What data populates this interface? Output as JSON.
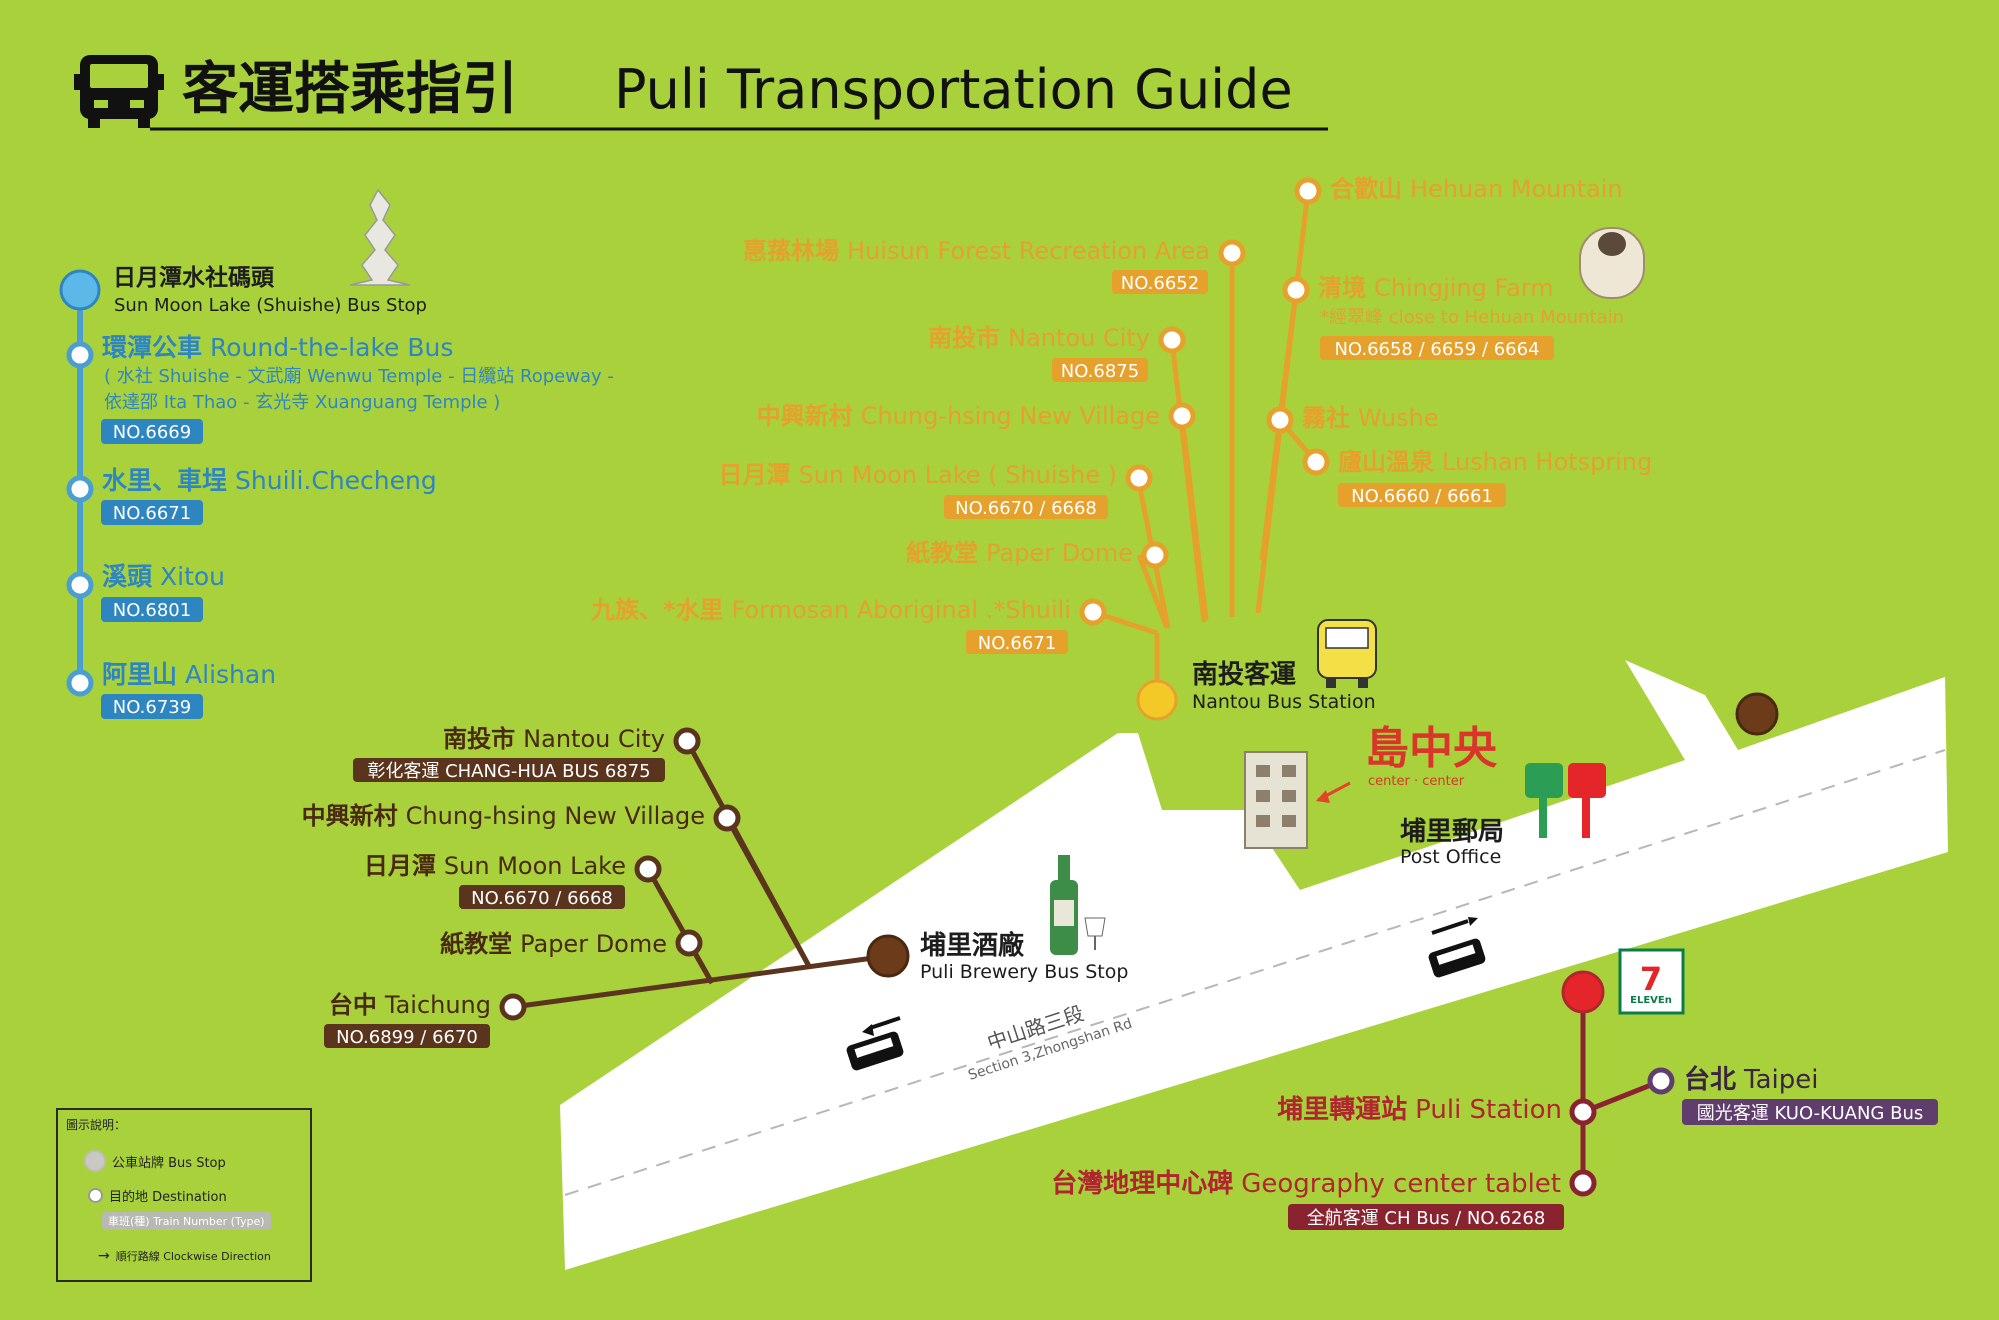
{
  "colors": {
    "background": "#a9d13c",
    "blue": "#4a9ed2",
    "orange": "#e5a12c",
    "brown": "#5a341c",
    "red": "#b0262f",
    "purple": "#5f3d6d",
    "road": "#ffffff",
    "dark": "#2b2b2b"
  },
  "header": {
    "title_zh": "客運搭乘指引",
    "title_en": "Puli Transportation Guide",
    "icon": "bus-icon"
  },
  "blue_route": {
    "start_zh": "日月潭水社碼頭",
    "start_en": "Sun Moon Lake (Shuishe) Bus Stop",
    "stops": [
      {
        "zh": "環潭公車",
        "en": "Round-the-lake Bus",
        "note1": "( 水社 Shuishe - 文武廟 Wenwu Temple - 日纜站 Ropeway -",
        "note2": "依達邵 Ita Thao - 玄光寺 Xuanguang Temple )",
        "bus": "NO.6669"
      },
      {
        "zh": "水里、車埕",
        "en": "Shuili.Checheng",
        "bus": "NO.6671"
      },
      {
        "zh": "溪頭",
        "en": "Xitou",
        "bus": "NO.6801"
      },
      {
        "zh": "阿里山",
        "en": "Alishan",
        "bus": "NO.6739"
      }
    ]
  },
  "orange_route": {
    "station_zh": "南投客運",
    "station_en": "Nantou Bus Station",
    "left": [
      {
        "zh": "惠蓀林場",
        "en": "Huisun Forest Recreation Area",
        "bus": "NO.6652"
      },
      {
        "zh": "南投市",
        "en": "Nantou City",
        "bus": "NO.6875"
      },
      {
        "zh": "中興新村",
        "en": "Chung-hsing New Village",
        "bus": ""
      },
      {
        "zh": "日月潭",
        "en": "Sun Moon Lake ( Shuishe )",
        "bus": "NO.6670 / 6668"
      },
      {
        "zh": "紙教堂",
        "en": "Paper Dome",
        "bus": ""
      },
      {
        "zh": "九族、*水里",
        "en": "Formosan Aboriginal .*Shuili",
        "bus": "NO.6671"
      }
    ],
    "right": [
      {
        "zh": "合歡山",
        "en": "Hehuan Mountain",
        "bus": ""
      },
      {
        "zh": "清境",
        "en": "Chingjing Farm",
        "note": "*經翠峰 close to Hehuan Mountain",
        "bus": "NO.6658 / 6659 / 6664"
      },
      {
        "zh": "霧社",
        "en": "Wushe",
        "bus": ""
      },
      {
        "zh": "廬山溫泉",
        "en": "Lushan Hotspring",
        "bus": "NO.6660 / 6661"
      }
    ]
  },
  "brown_route": {
    "station_zh": "埔里酒廠",
    "station_en": "Puli Brewery Bus Stop",
    "stops": [
      {
        "zh": "南投市",
        "en": "Nantou City",
        "bus": "彰化客運 CHANG-HUA BUS 6875"
      },
      {
        "zh": "中興新村",
        "en": "Chung-hsing New Village",
        "bus": ""
      },
      {
        "zh": "日月潭",
        "en": "Sun Moon Lake",
        "bus": "NO.6670 / 6668"
      },
      {
        "zh": "紙教堂",
        "en": "Paper Dome",
        "bus": ""
      },
      {
        "zh": "台中",
        "en": "Taichung",
        "bus": "NO.6899 / 6670"
      }
    ]
  },
  "red_route": {
    "station_zh": "埔里轉運站",
    "station_en": "Puli Station",
    "stops": [
      {
        "zh": "台北",
        "en": "Taipei",
        "bus": "國光客運 KUO-KUANG Bus"
      },
      {
        "zh": "台灣地理中心碑",
        "en": "Geography center tablet",
        "bus": "全航客運 CH Bus / NO.6268"
      }
    ]
  },
  "landmarks": {
    "center_logo": "島中央",
    "center_sub": "center · center",
    "post_zh": "埔里郵局",
    "post_en": "Post Office",
    "road_zh": "中山路三段",
    "road_en": "Section 3,Zhongshan Rd",
    "seven_eleven": "ELEVEn"
  },
  "legend": {
    "title": "圖示說明：",
    "stop": "公車站牌 Bus Stop",
    "dest": "目的地 Destination",
    "train": "車班(種) Train Number (Type)",
    "direction": "順行路線 Clockwise Direction"
  }
}
